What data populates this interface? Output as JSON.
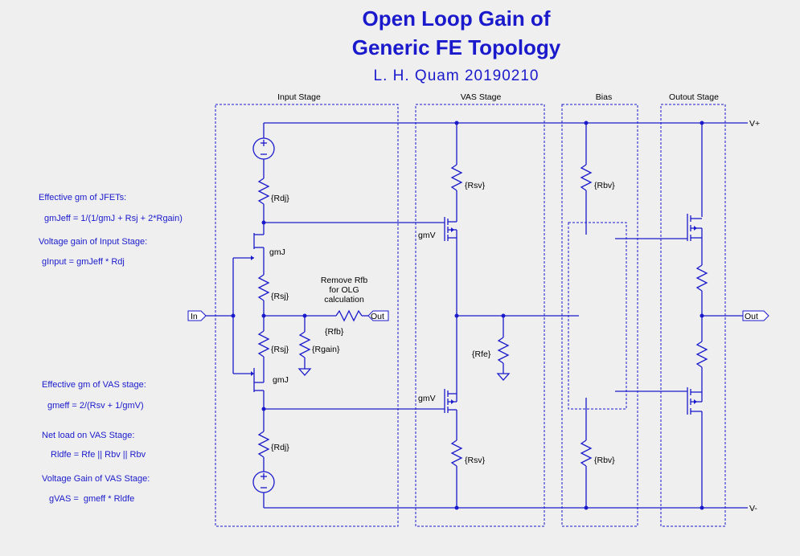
{
  "title": {
    "line1": "Open Loop Gain of",
    "line2": "Generic FE Topology",
    "line3": "L. H. Quam   20190210"
  },
  "stages": {
    "input": "Input Stage",
    "vas": "VAS Stage",
    "bias": "Bias",
    "output": "Outout Stage"
  },
  "rails": {
    "pos": "V+",
    "neg": "V-"
  },
  "ports": {
    "in": "In",
    "out_fb": "Out",
    "out": "Out"
  },
  "components": {
    "rdj_top": "{Rdj}",
    "rdj_bot": "{Rdj}",
    "rsj_top": "{Rsj}",
    "rsj_bot": "{Rsj}",
    "gmj_top": "gmJ",
    "gmj_bot": "gmJ",
    "rfb": "{Rfb}",
    "rgain": "{Rgain}",
    "rsv_top": "{Rsv}",
    "rsv_bot": "{Rsv}",
    "gmv_top": "gmV",
    "gmv_bot": "gmV",
    "rfe": "{Rfe}",
    "rbv_top": "{Rbv}",
    "rbv_bot": "{Rbv}",
    "remove_note_1": "Remove Rfb",
    "remove_note_2": "for OLG",
    "remove_note_3": "calculation"
  },
  "notes": {
    "n1": "Effective gm of JFETs:",
    "n2": "gmJeff = 1/(1/gmJ + Rsj + 2*Rgain)",
    "n3": "Voltage gain of Input Stage:",
    "n4": "gInput = gmJeff * Rdj",
    "n5": "Effective gm of VAS stage:",
    "n6": "gmeff = 2/(Rsv + 1/gmV)",
    "n7": "Net load on VAS Stage:",
    "n8": "Rldfe = Rfe || Rbv || Rbv",
    "n9": "Voltage Gain of VAS Stage:",
    "n10": "gVAS =  gmeff * Rldfe"
  }
}
